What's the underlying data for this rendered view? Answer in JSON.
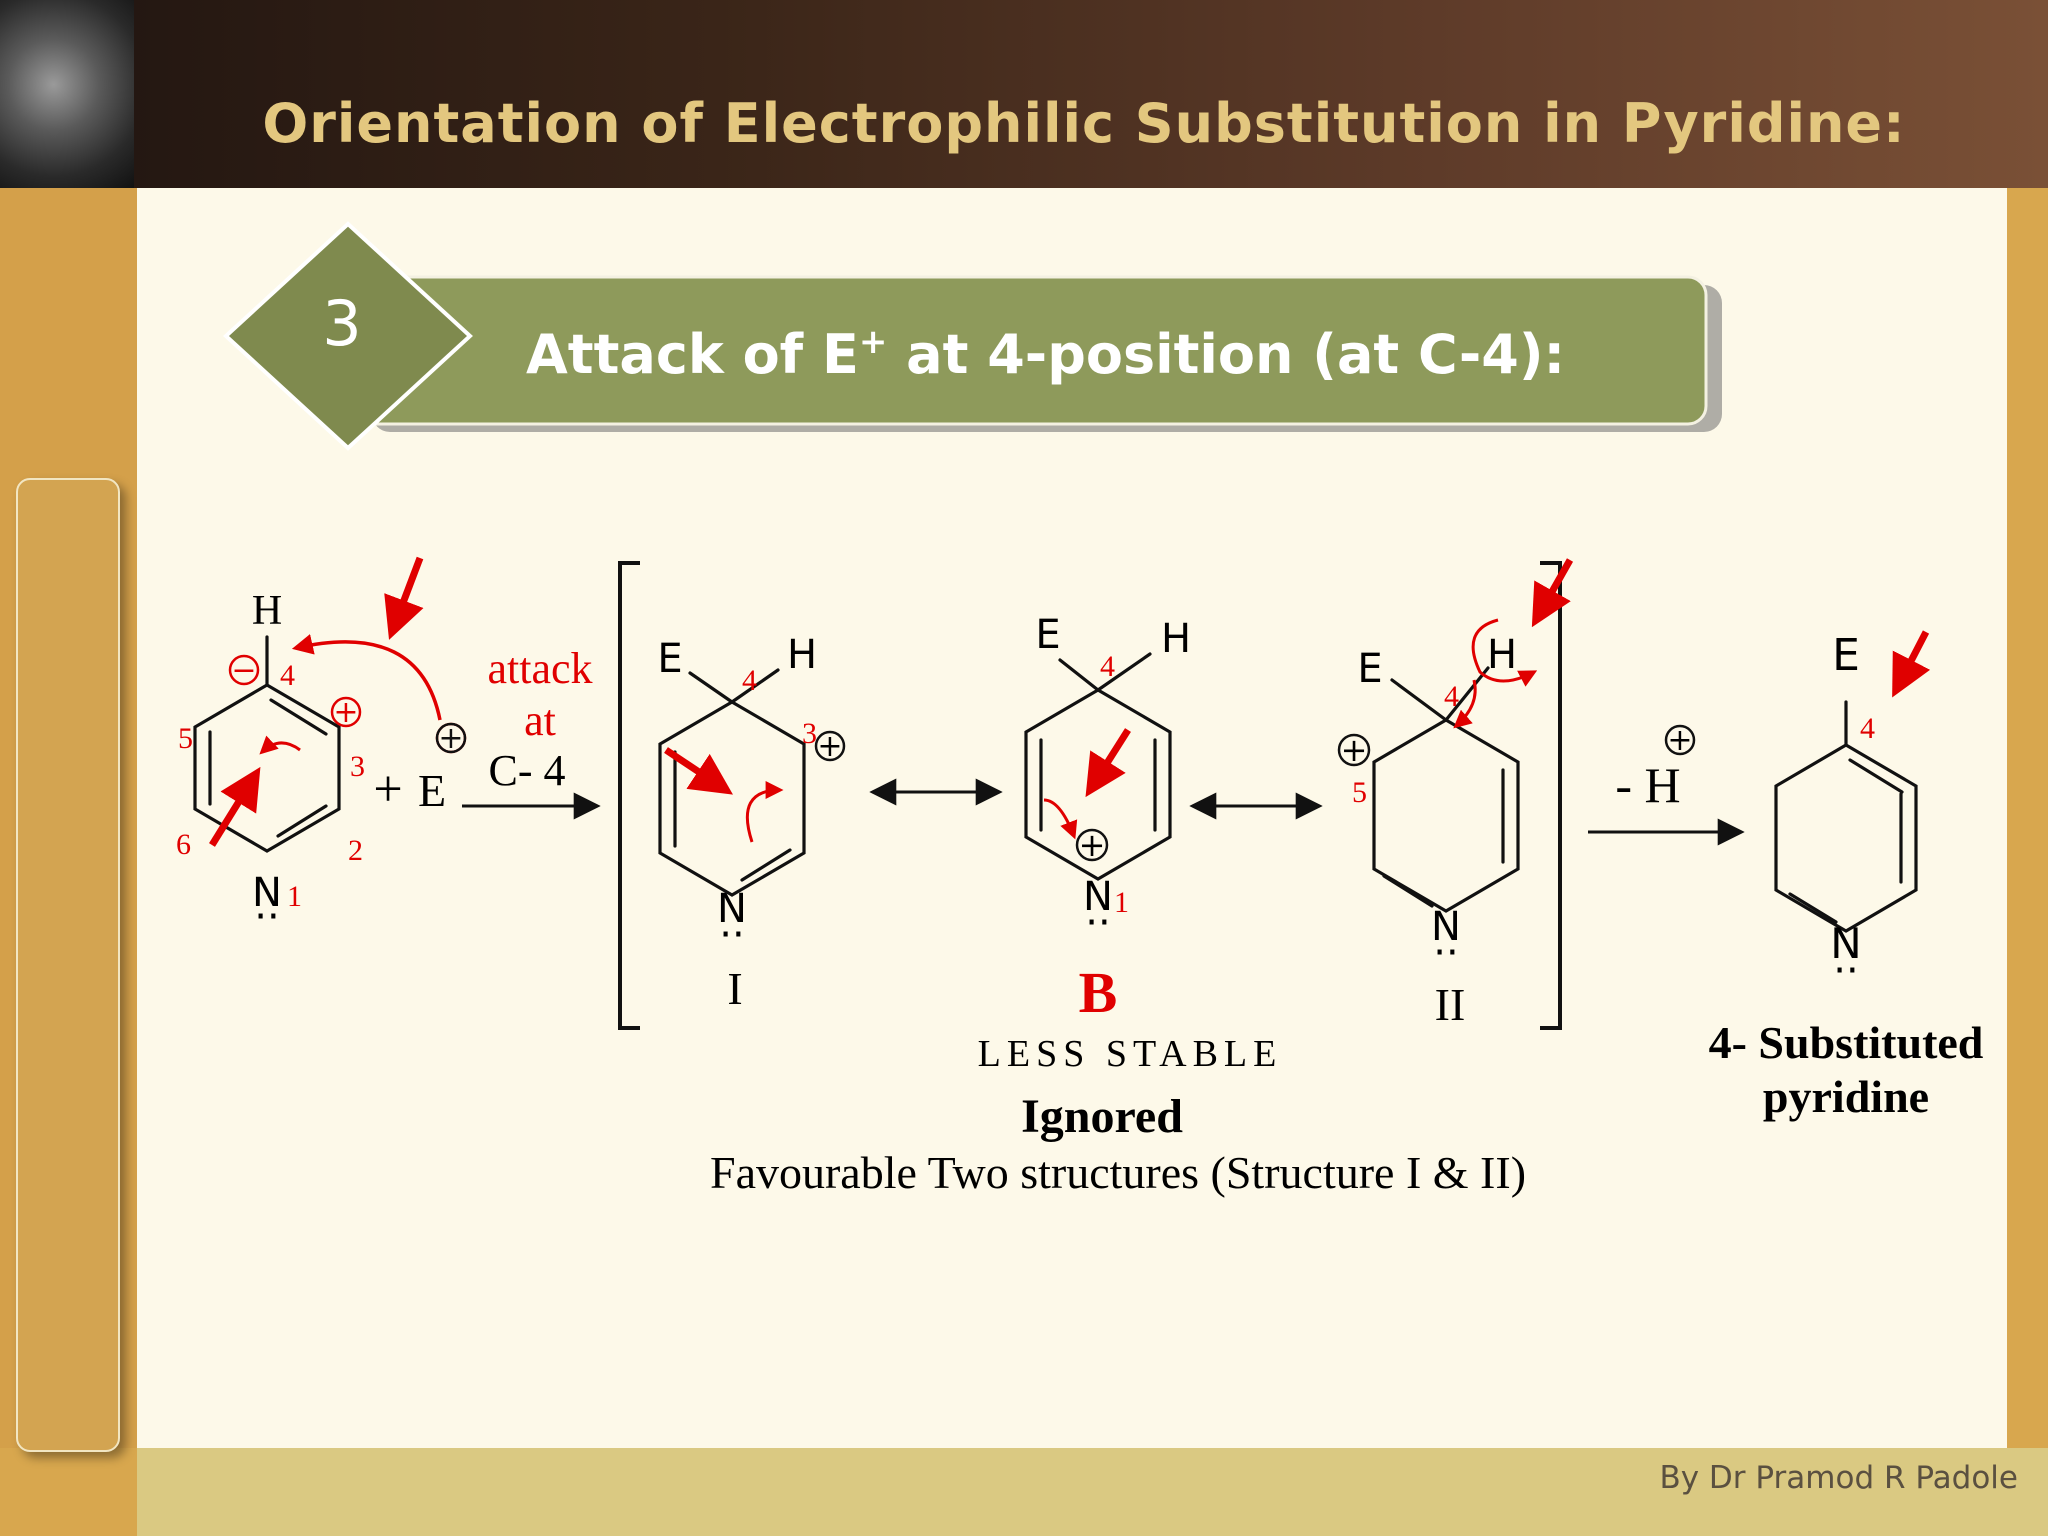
{
  "header": {
    "title": "Orientation of Electrophilic Substitution in Pyridine:"
  },
  "banner": {
    "number": "3",
    "title_main": "Attack of E",
    "title_sup": "+",
    "title_rest": " at 4-position (at C-4):"
  },
  "reactant": {
    "H": "H",
    "N": "N",
    "electrophile": "E",
    "plus": "+",
    "minus_sign": "−",
    "plus_sign": "+",
    "numbers": [
      "1",
      "2",
      "3",
      "4",
      "5",
      "6"
    ],
    "attack_lines": [
      "attack",
      "at",
      "C- 4"
    ]
  },
  "structures": {
    "I": {
      "E": "E",
      "H": "H",
      "N": "N",
      "c4": "4",
      "c3": "3",
      "label": "I"
    },
    "B": {
      "E": "E",
      "H": "H",
      "N": "N",
      "c4": "4",
      "n1": "1",
      "label": "B",
      "note": "LESS STABLE"
    },
    "II": {
      "E": "E",
      "H": "H",
      "N": "N",
      "c4": "4",
      "c5": "5",
      "label": "II"
    }
  },
  "elimination": {
    "label": "- H"
  },
  "product": {
    "E": "E",
    "N": "N",
    "c4": "4",
    "name_line1": "4- Substituted",
    "name_line2": "pyridine"
  },
  "captions": {
    "ignored": "Ignored",
    "favourable": "Favourable Two structures  (Structure I & II)"
  },
  "footer": {
    "author": "By Dr Pramod R Padole"
  },
  "colors": {
    "accent_red": "#e00000",
    "banner_green": "#8e9a5b",
    "title_gold": "#e3c77f"
  }
}
